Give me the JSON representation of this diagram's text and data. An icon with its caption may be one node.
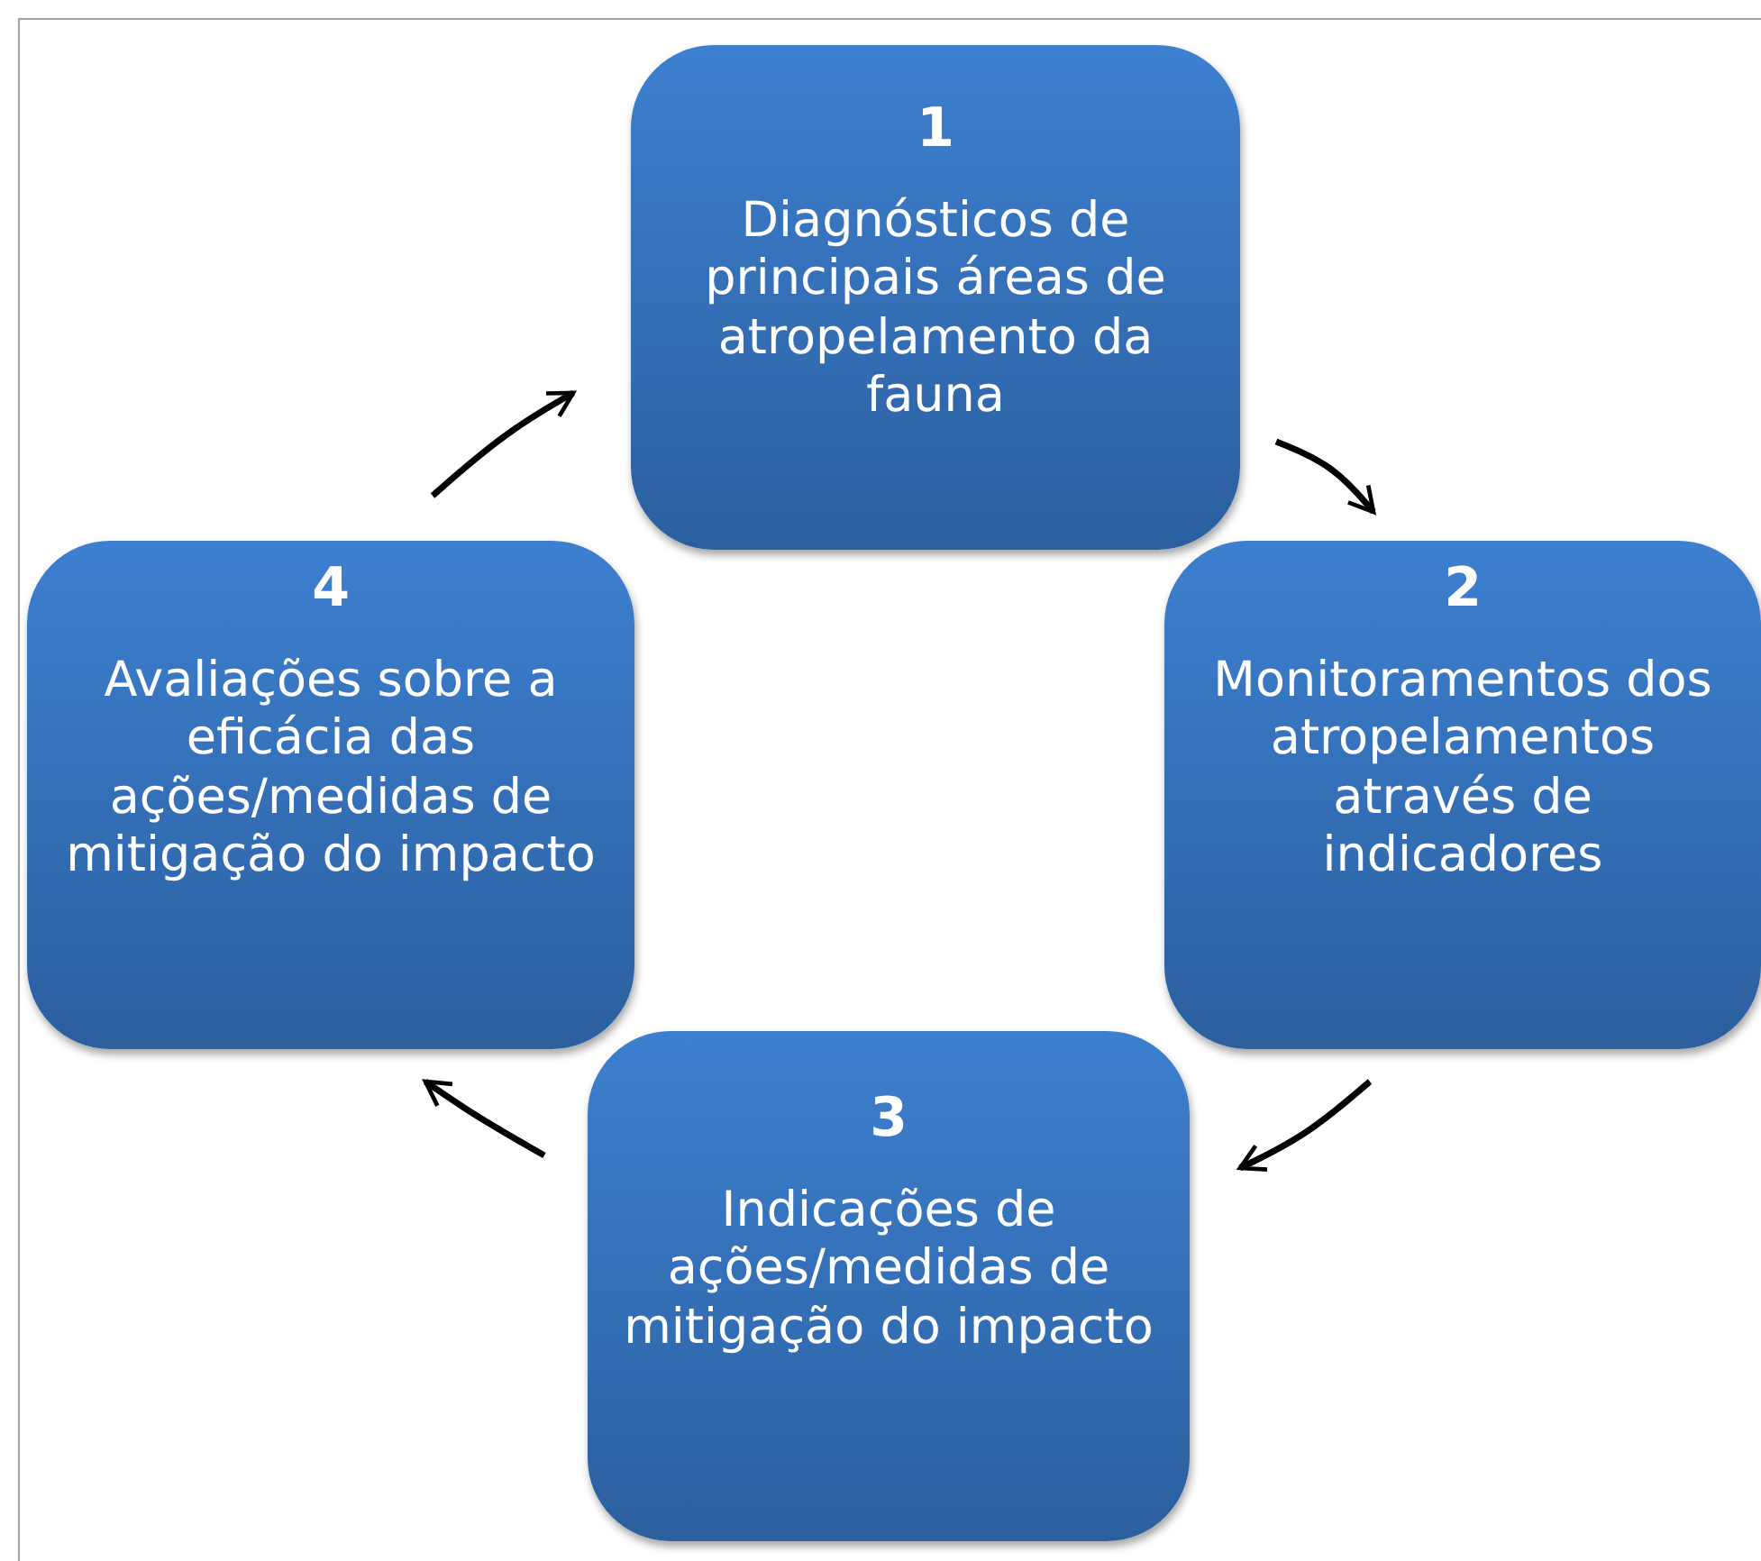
{
  "diagram": {
    "nodes": [
      {
        "text": [
          "1",
          "Diagnósticos de principais áreas de atropelamento da fauna"
        ]
      },
      {
        "text": [
          "2",
          "Monitoramentos dos atropelamentos através de indicadores"
        ]
      },
      {
        "text": [
          "3",
          "Indicações de ações/medidas de mitigação do impacto"
        ]
      },
      {
        "text": [
          "4",
          "Avaliações sobre a eficácia das ações/medidas de mitigação do impacto"
        ]
      }
    ],
    "edges": [
      {
        "from": 0,
        "to": 1,
        "arrow": "to"
      },
      {
        "from": 1,
        "to": 2,
        "arrow": "to"
      },
      {
        "from": 2,
        "to": 3,
        "arrow": "to"
      },
      {
        "from": 3,
        "to": 0,
        "arrow": "to"
      }
    ]
  }
}
